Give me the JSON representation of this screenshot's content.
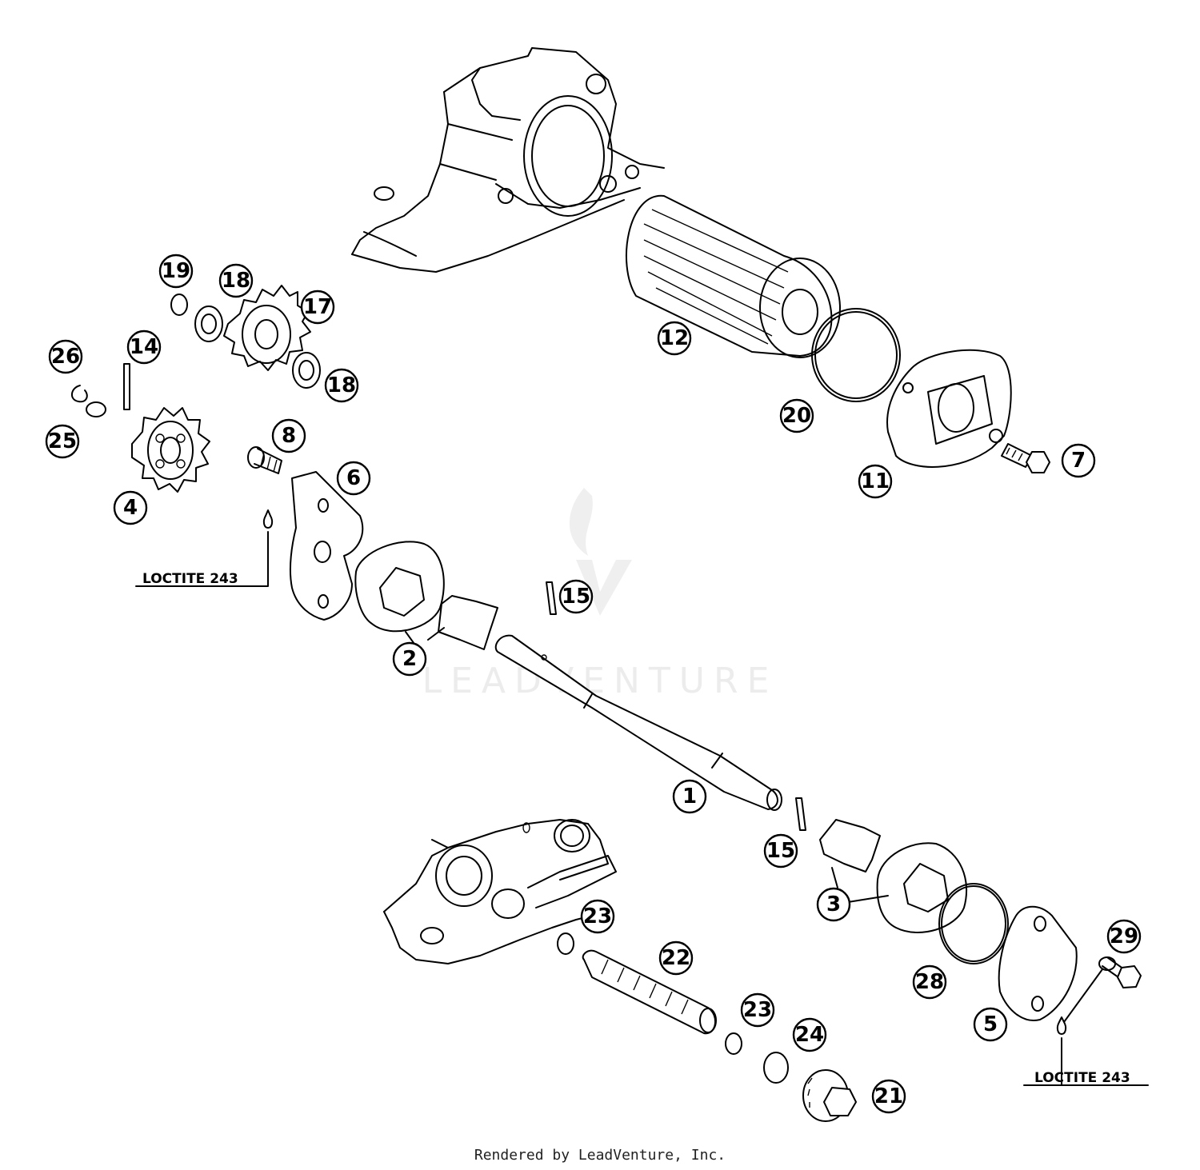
{
  "watermark": "LEADVENTURE",
  "footer": "Rendered by LeadVenture, Inc.",
  "notes": [
    "LOCTITE 243",
    "LOCTITE 243"
  ],
  "callouts": [
    {
      "id": "c1",
      "label": "1"
    },
    {
      "id": "c2",
      "label": "2"
    },
    {
      "id": "c3",
      "label": "3"
    },
    {
      "id": "c4",
      "label": "4"
    },
    {
      "id": "c5",
      "label": "5"
    },
    {
      "id": "c6",
      "label": "6"
    },
    {
      "id": "c7",
      "label": "7"
    },
    {
      "id": "c8",
      "label": "8"
    },
    {
      "id": "c11",
      "label": "11"
    },
    {
      "id": "c12",
      "label": "12"
    },
    {
      "id": "c14",
      "label": "14"
    },
    {
      "id": "c15a",
      "label": "15"
    },
    {
      "id": "c15b",
      "label": "15"
    },
    {
      "id": "c17",
      "label": "17"
    },
    {
      "id": "c18a",
      "label": "18"
    },
    {
      "id": "c18b",
      "label": "18"
    },
    {
      "id": "c19",
      "label": "19"
    },
    {
      "id": "c20",
      "label": "20"
    },
    {
      "id": "c21",
      "label": "21"
    },
    {
      "id": "c22",
      "label": "22"
    },
    {
      "id": "c23a",
      "label": "23"
    },
    {
      "id": "c23b",
      "label": "23"
    },
    {
      "id": "c24",
      "label": "24"
    },
    {
      "id": "c25",
      "label": "25"
    },
    {
      "id": "c26",
      "label": "26"
    },
    {
      "id": "c28",
      "label": "28"
    },
    {
      "id": "c29",
      "label": "29"
    }
  ]
}
